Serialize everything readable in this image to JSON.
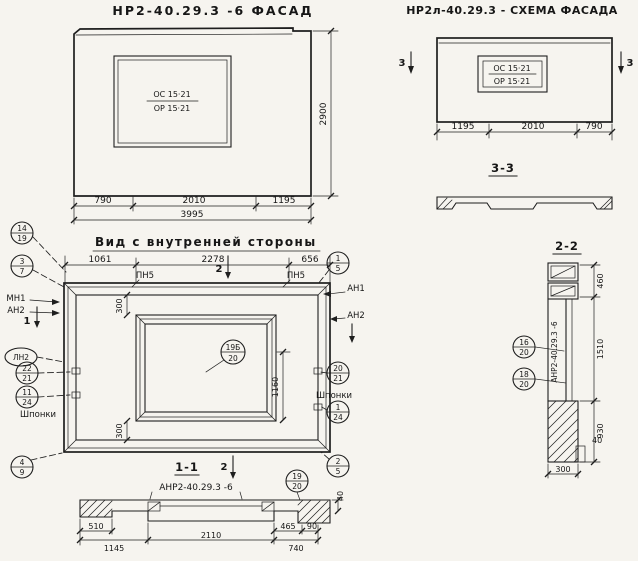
{
  "meta": {
    "paper_color": "#f6f4ef",
    "ink_color": "#1e1e1e"
  },
  "facade": {
    "title": "НР2-40.29.3 -6  ФАСАД",
    "win1": "ОС 15·21",
    "win2": "ОР 15·21",
    "dim_h": "2900",
    "d1": "790",
    "d2": "2010",
    "d3": "1195",
    "total": "3995"
  },
  "schema": {
    "title": "НР2л-40.29.3 - СХЕМА ФАСАДА",
    "win1": "ОС 15·21",
    "win2": "ОР 15·21",
    "marker": "3",
    "d1": "1195",
    "d2": "2010",
    "d3": "790"
  },
  "s33": {
    "title": "3-3"
  },
  "inner": {
    "title": "Вид с внутренней стороны",
    "d1": "1061",
    "d2": "2278",
    "d3": "656",
    "pn5_l": "ПН5",
    "pn5_r": "ПН5",
    "marker2": "2",
    "marker1": "1",
    "dim300_top": "300",
    "dim300_bot": "300",
    "dim1160": "1160",
    "mn1": "МН1",
    "an2_l": "АН2",
    "ln2": "ЛН2",
    "an1": "АН1",
    "an2_r": "АН2",
    "shponki_l": "Шпонки",
    "shponki_r": "Шпонки",
    "c14_19": {
      "t": "14",
      "b": "19"
    },
    "c3_7": {
      "t": "3",
      "b": "7"
    },
    "c22_21": {
      "t": "22",
      "b": "21"
    },
    "c11_24": {
      "t": "11",
      "b": "24"
    },
    "c4_9": {
      "t": "4",
      "b": "9"
    },
    "c1_5": {
      "t": "1",
      "b": "5"
    },
    "c20_21": {
      "t": "20",
      "b": "21"
    },
    "c1_24": {
      "t": "1",
      "b": "24"
    },
    "c2_5": {
      "t": "2",
      "b": "5"
    },
    "c19b": {
      "t": "19Б",
      "b": "20"
    }
  },
  "s11": {
    "title": "1-1",
    "marker2": "2",
    "label": "АНР2-40.29.3 -6",
    "c19_20": {
      "t": "19",
      "b": "20"
    },
    "d510": "510",
    "d1145": "1145",
    "d2110": "2110",
    "d740": "740",
    "d465": "465",
    "d90": "90",
    "d40": "40"
  },
  "s22": {
    "title": "2-2",
    "label": "АНР2-40.29.3 -6",
    "c16_20": {
      "t": "16",
      "b": "20"
    },
    "c18_20": {
      "t": "18",
      "b": "20"
    },
    "d460": "460",
    "d1510": "1510",
    "d930": "930",
    "d300": "300",
    "d40": "40"
  }
}
